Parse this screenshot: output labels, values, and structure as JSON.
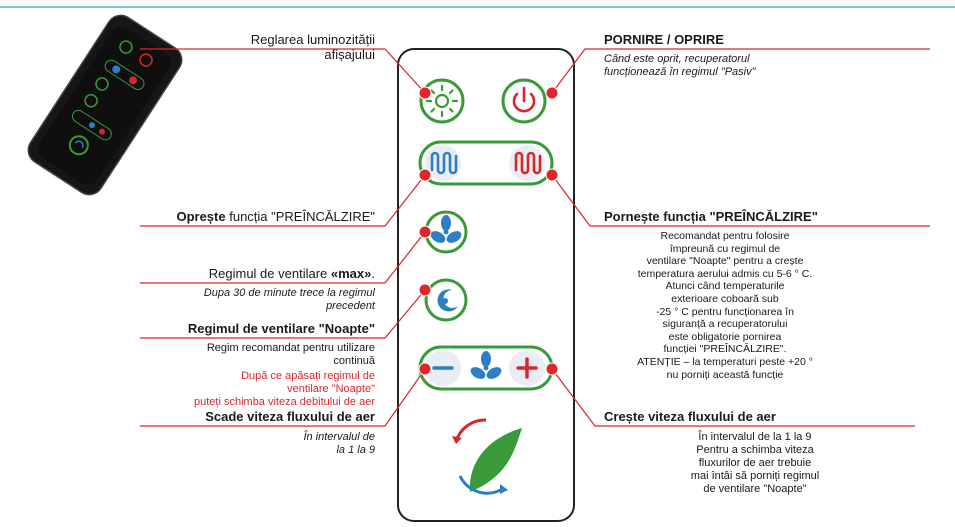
{
  "colors": {
    "leader_line": "#d8262a",
    "dot": "#e0262b",
    "blue": "#2c7fc4",
    "green": "#3a9a3a",
    "red": "#d8262a",
    "remote_body": "#1a1a1a",
    "top_rule": "#7cc3d8"
  },
  "icons": {
    "brightness": "sun-icon",
    "power": "power-icon",
    "preheat_off": "heater-wave-icon",
    "preheat_on": "heater-wave-icon",
    "max": "fan-icon",
    "night": "moon-fan-icon",
    "minus": "minus-icon",
    "fan_speed": "fan-icon",
    "plus": "plus-icon",
    "logo": "recycle-leaf-icon"
  },
  "left": {
    "brightness": {
      "line1": "Reglarea luminozității",
      "line2": "afișajului"
    },
    "preheat_off": {
      "bold": "Oprește",
      "rest": " funcția \"PREÎNCĂLZIRE\""
    },
    "max_mode": {
      "title_pre": "Regimul de ventilare ",
      "title_bold": "«max»",
      "title_post": ".",
      "note1": "Dupa 30 de minute  trece la regimul",
      "note2": "precedent"
    },
    "night_mode": {
      "title": "Regimul de ventilare \"Noapte\"",
      "desc1": "Regim recomandat pentru utilizare",
      "desc2": "continuă",
      "red1": "După ce apăsați regimul de",
      "red2": "ventilare \"Noapte\"",
      "red3": "puteți schimba viteza debitului de aer"
    },
    "decrease": {
      "title": "Scade viteza fluxului de aer",
      "note1": "În intervalul de",
      "note2": "la 1 la 9"
    }
  },
  "right": {
    "power": {
      "title": "PORNIRE / OPRIRE",
      "note1": "Când este oprit, recuperatorul",
      "note2": "funcționează în regimul \"Pasiv\""
    },
    "preheat_on": {
      "title_bold": "Pornește",
      "title_rest": " funcția \"PREÎNCĂLZIRE\"",
      "lines": [
        "Recomandat pentru folosire",
        "împreună cu regimul de",
        "ventilare \"Noapte\" pentru a crește",
        "temperatura aerului admis cu 5-6 ° C.",
        "Atunci  când temperaturile",
        "exterioare coboară  sub",
        "-25 ° C pentru funcționarea în",
        "siguranță a recuperatorului",
        "este obligatorie pornirea",
        "funcției \"PREÎNCĂLZIRE\".",
        "ATENȚIE – la temperaturi peste +20 °",
        "nu porniți această funcție"
      ]
    },
    "increase": {
      "title": "Crește viteza fluxului de aer",
      "lines": [
        "În intervalul de la 1 la 9",
        "Pentru a schimba  viteza",
        "fluxurilor de aer trebuie",
        "mai întâi să porniți regimul",
        "de ventilare \"Noapte\""
      ]
    }
  }
}
